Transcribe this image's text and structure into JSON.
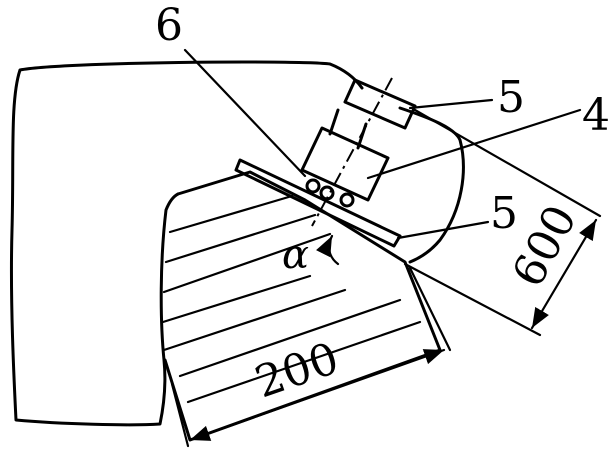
{
  "labels": {
    "part_6": "6",
    "part_5_top": "5",
    "part_4": "4",
    "part_5_mid": "5",
    "angle": "α",
    "dim_600": "600",
    "dim_200": "200"
  }
}
